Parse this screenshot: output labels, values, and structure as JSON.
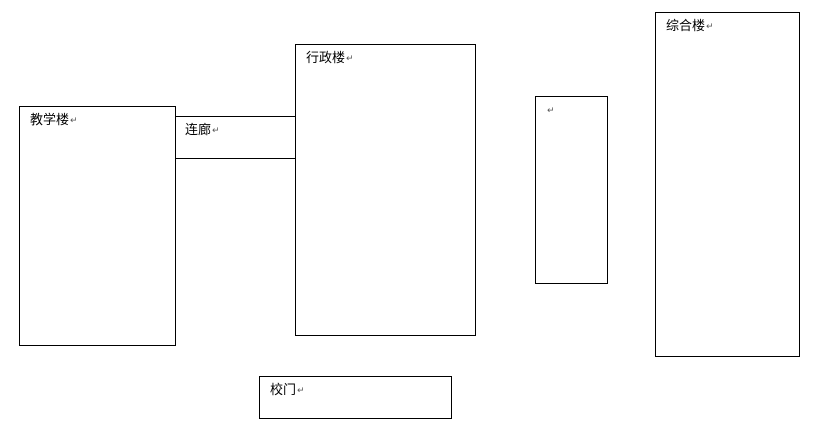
{
  "diagram": {
    "paragraph_mark": "↵",
    "buildings": {
      "teaching": {
        "label": "教学楼"
      },
      "corridor": {
        "label": "连廊"
      },
      "admin": {
        "label": "行政楼"
      },
      "unnamed": {
        "label": ""
      },
      "complex": {
        "label": "综合楼"
      },
      "gate": {
        "label": "校门"
      }
    }
  }
}
